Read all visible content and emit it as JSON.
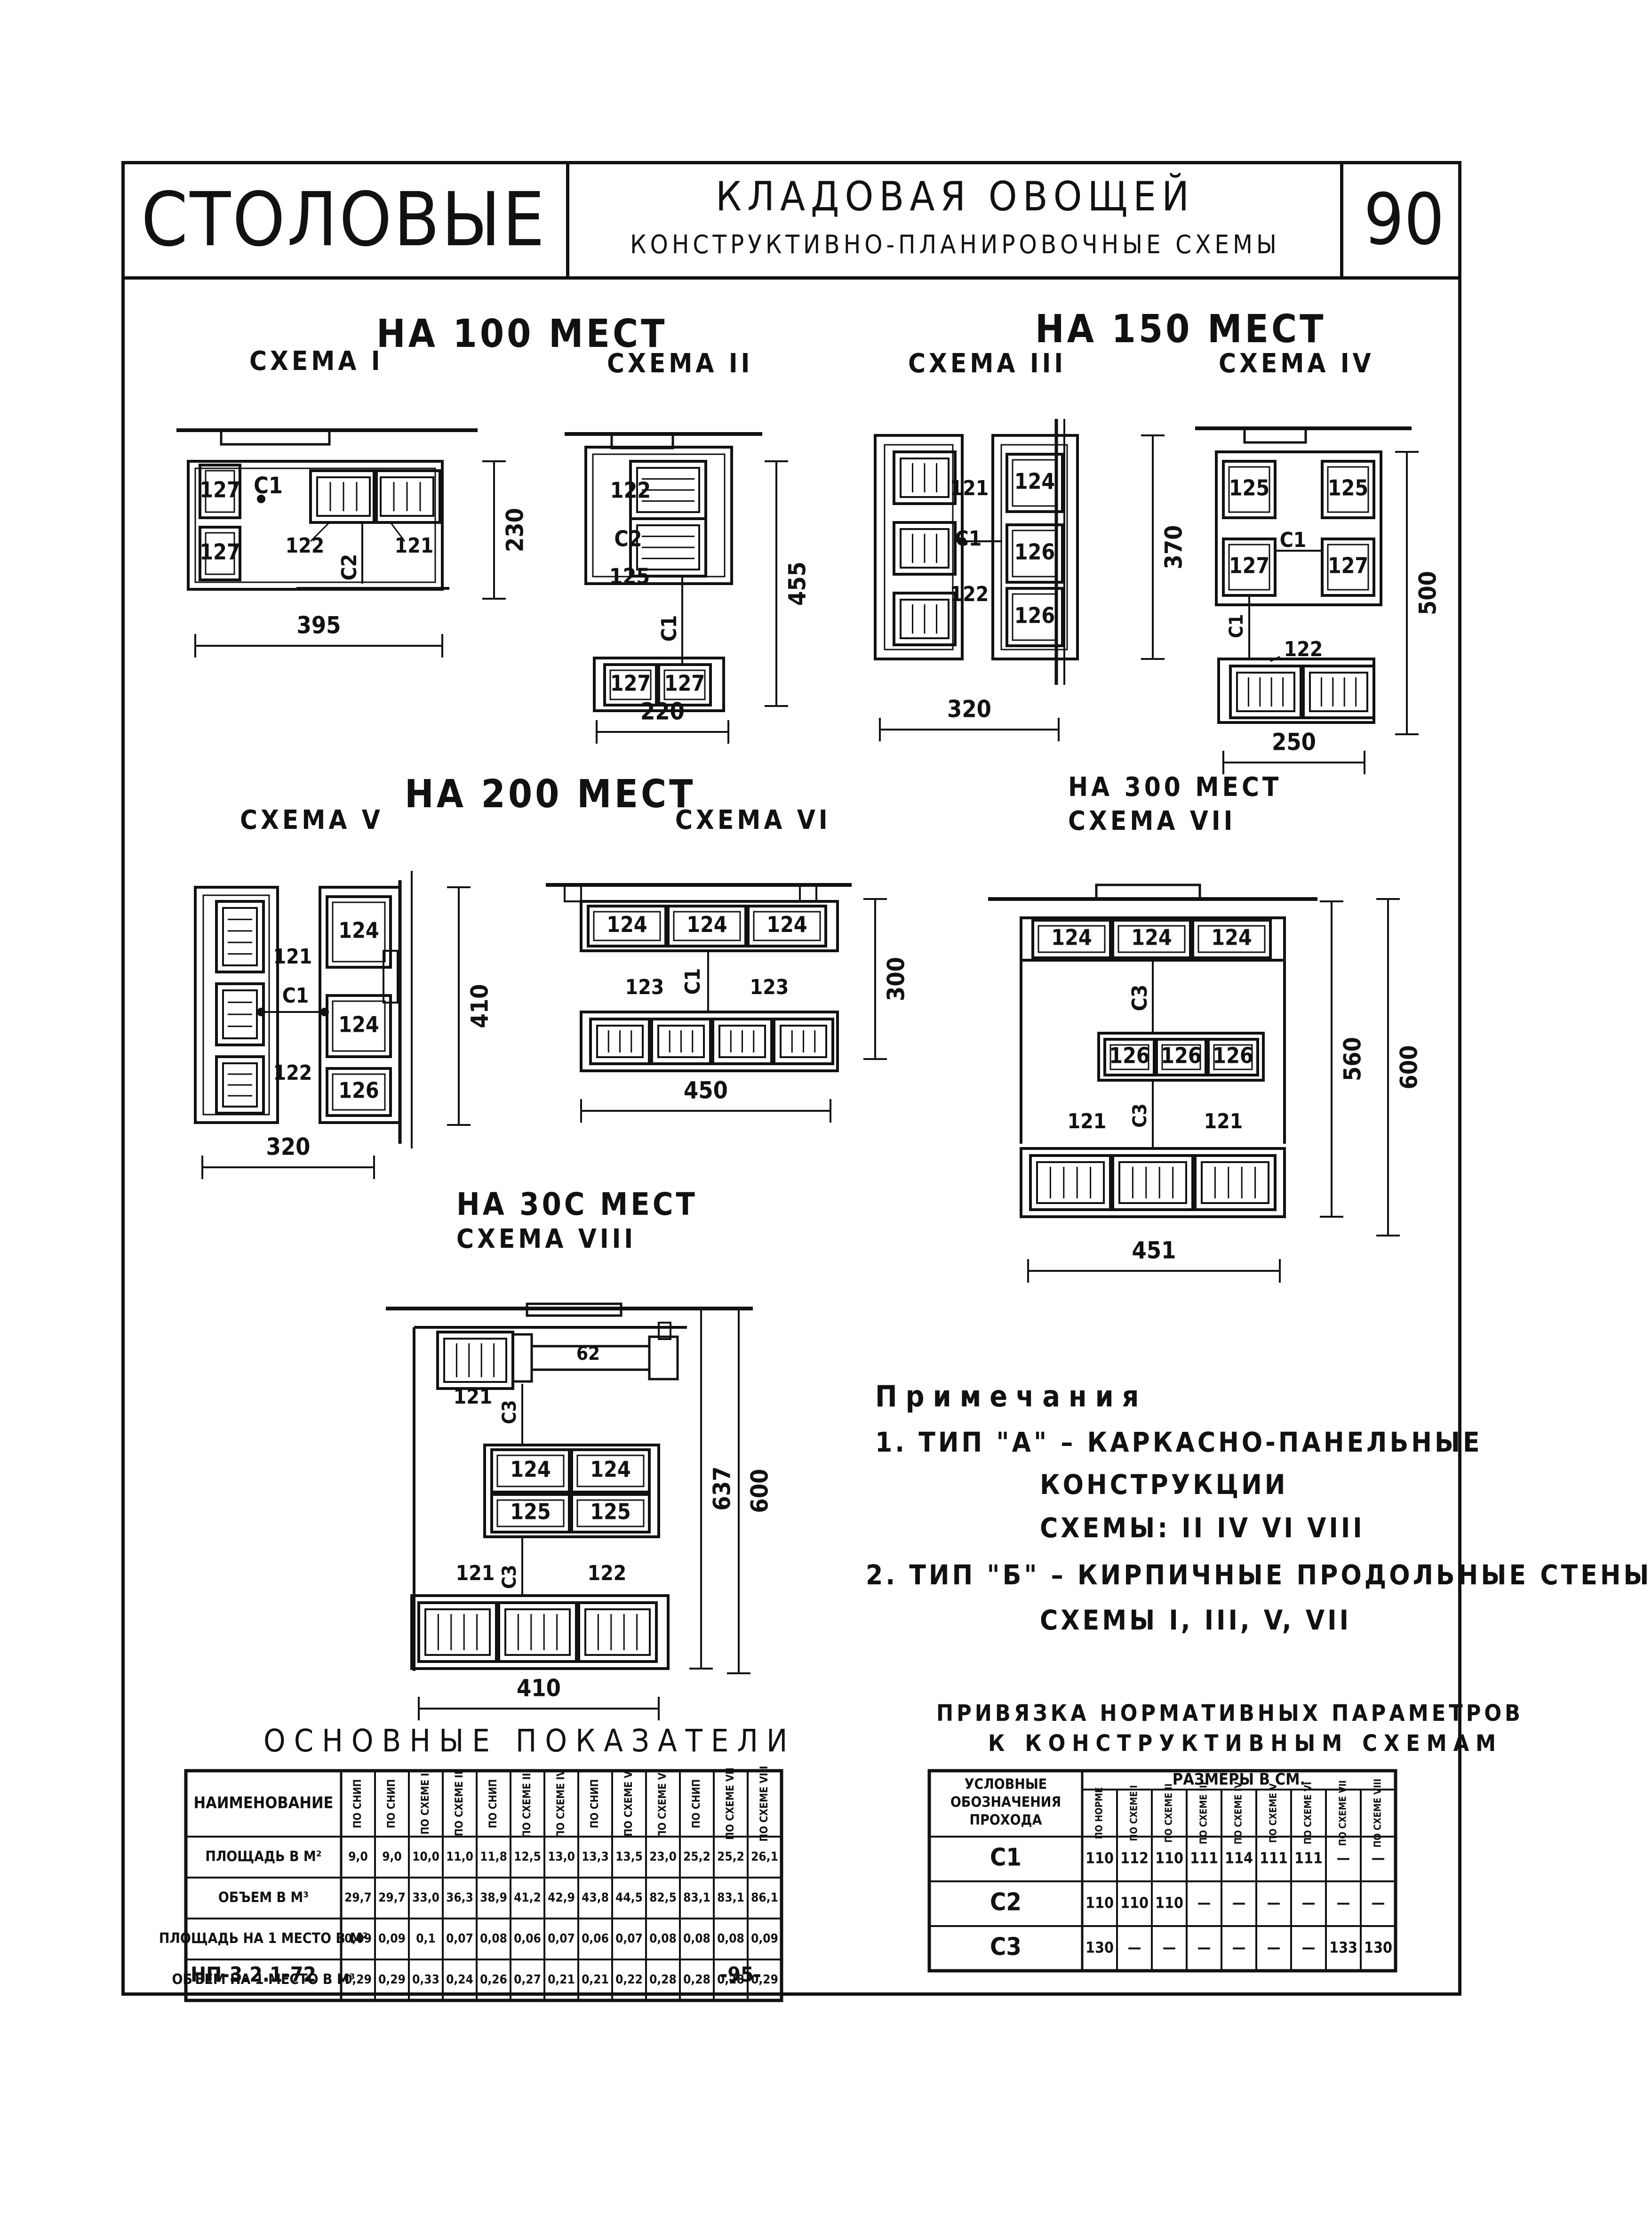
{
  "header": {
    "section": "СТОЛОВЫЕ",
    "title": "КЛАДОВАЯ ОВОЩЕЙ",
    "subtitle": "КОНСТРУКТИВНО-ПЛАНИРОВОЧНЫЕ СХЕМЫ",
    "sheet_number": "90"
  },
  "groups": {
    "g100": "НА 100 МЕСТ",
    "g150": "НА 150 МЕСТ",
    "g200": "НА 200 МЕСТ",
    "g300": "НА 300 МЕСТ",
    "g300b": "НА 30С МЕСТ"
  },
  "schemes": {
    "s1": "СХЕМА I",
    "s2": "СХЕМА II",
    "s3": "СХЕМА III",
    "s4": "СХЕМА IV",
    "s5": "СХЕМА V",
    "s6": "СХЕМА VI",
    "s7": "СХЕМА VII",
    "s8": "СХЕМА VIII"
  },
  "dims": {
    "s1_w": "395",
    "s1_h": "230",
    "s2_w": "220",
    "s2_h": "455",
    "s3_w": "320",
    "s3_h": "370",
    "s4_w": "250",
    "s4_h": "500",
    "s5_w": "320",
    "s5_h": "410",
    "s6_w": "450",
    "s6_h": "300",
    "s7_w": "451",
    "s7_h1": "560",
    "s7_h2": "600",
    "s8_w": "410",
    "s8_h1": "637",
    "s8_h2": "600"
  },
  "codes": {
    "c121": "121",
    "c122": "122",
    "c123": "123",
    "c124": "124",
    "c125": "125",
    "c126": "126",
    "c127": "127",
    "c62": "62",
    "C1": "C1",
    "C2": "C2",
    "C3": "C3"
  },
  "notes": {
    "heading": "Примечания",
    "line1": "1. ТИП \"А\" – КАРКАСНО-ПАНЕЛЬНЫЕ",
    "line2": "КОНСТРУКЦИИ",
    "line3": "СХЕМЫ: II IV VI VIII",
    "line4": "2. ТИП \"Б\" – КИРПИЧНЫЕ ПРОДОЛЬНЫЕ СТЕНЫ",
    "line5": "СХЕМЫ I, III, V, VII"
  },
  "indicators": {
    "title": "ОСНОВНЫЕ ПОКАЗАТЕЛИ",
    "name_header": "НАИМЕНОВАНИЕ",
    "col_headers": [
      "ПО СНИП",
      "ПО СХЕМЕ I",
      "ПО СХЕМЕ II",
      "ПО СНИП",
      "ПО СХЕМЕ III",
      "ПО СХЕМЕ IV",
      "ПО СНИП",
      "ПО СХЕМЕ V",
      "ПО СХЕМЕ VI",
      "ПО СНИП",
      "ПО СХЕМЕ VII",
      "ПО СХЕМЕ VIII"
    ],
    "rows": [
      {
        "name": "ПЛОЩАДЬ В М²",
        "values": [
          "9,0",
          "9,0",
          "10,0",
          "11,0",
          "11,8",
          "12,5",
          "13,0",
          "13,3",
          "13,5",
          "23,0",
          "25,2",
          "25,2",
          "26,1"
        ]
      },
      {
        "name": "ОБЪЕМ В М³",
        "values": [
          "29,7",
          "29,7",
          "33,0",
          "36,3",
          "38,9",
          "41,2",
          "42,9",
          "43,8",
          "44,5",
          "82,5",
          "83,1",
          "83,1",
          "86,1"
        ]
      },
      {
        "name": "ПЛОЩАДЬ НА 1 МЕСТО В М²",
        "values": [
          "0,09",
          "0,09",
          "0,1",
          "0,07",
          "0,08",
          "0,06",
          "0,07",
          "0,06",
          "0,07",
          "0,08",
          "0,08",
          "0,08",
          "0,09"
        ]
      },
      {
        "name": "ОБЪЕМ НА 1 МЕСТО В М³",
        "values": [
          "0,29",
          "0,29",
          "0,33",
          "0,24",
          "0,26",
          "0,27",
          "0,21",
          "0,21",
          "0,22",
          "0,28",
          "0,28",
          "0,28",
          "0,29"
        ]
      }
    ]
  },
  "binding": {
    "title1": "ПРИВЯЗКА НОРМАТИВНЫХ ПАРАМЕТРОВ",
    "title2": "К КОНСТРУКТИВНЫМ СХЕМАМ",
    "corner": "УСЛОВНЫЕ ОБОЗНАЧЕНИЯ ПРОХОДА",
    "group_header": "РАЗМЕРЫ В СМ.",
    "col_headers": [
      "ПО НОРМЕ",
      "ПО СХЕМЕ I",
      "ПО СХЕМЕ II",
      "ПО СХЕМЕ III",
      "ПО СХЕМЕ IV",
      "ПО СХЕМЕ V",
      "ПО СХЕМЕ VI",
      "ПО СХЕМЕ VII",
      "ПО СХЕМЕ VIII"
    ],
    "rows": [
      {
        "name": "C1",
        "values": [
          "110",
          "112",
          "110",
          "111",
          "114",
          "111",
          "111",
          "—",
          "—"
        ]
      },
      {
        "name": "C2",
        "values": [
          "110",
          "110",
          "110",
          "—",
          "—",
          "—",
          "—",
          "—",
          "—"
        ]
      },
      {
        "name": "C3",
        "values": [
          "130",
          "—",
          "—",
          "—",
          "—",
          "—",
          "—",
          "133",
          "130"
        ]
      }
    ]
  },
  "footer": {
    "left": "НП-3.2.1-72",
    "center": "-95-"
  }
}
